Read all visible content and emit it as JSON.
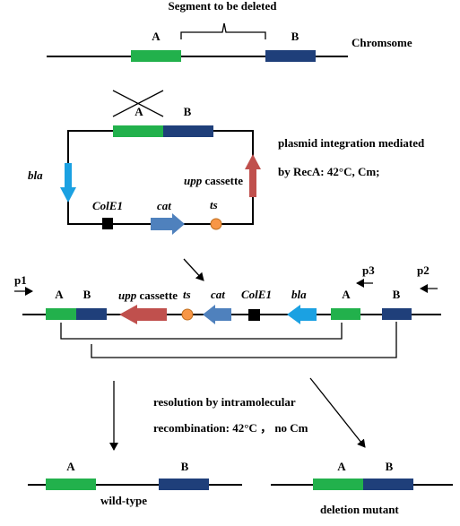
{
  "chromosome": {
    "top_label": "Segment to be deleted",
    "label_a": "A",
    "label_b": "B",
    "name": "Chromsome"
  },
  "plasmid": {
    "label_a": "A",
    "label_b": "B",
    "bla": "bla",
    "colE1": "ColE1",
    "cat": "cat",
    "ts": "ts",
    "upp_italic": "upp",
    "cassette": " cassette",
    "description_line1": "plasmid integration mediated",
    "description_line2": "by RecA: 42°C, Cm;"
  },
  "integrated": {
    "p1": "p1",
    "p2": "p2",
    "p3": "p3",
    "label_a_left": "A",
    "label_b_left": "B",
    "upp_italic": "upp",
    "cassette": " cassette",
    "ts": "ts",
    "cat": "cat",
    "colE1": "ColE1",
    "bla": "bla",
    "label_a_right": "A",
    "label_b_right": "B"
  },
  "resolution": {
    "line1": "resolution by intramolecular",
    "line2": "recombination: 42°C ， no Cm"
  },
  "outcomes": {
    "wild_label_a": "A",
    "wild_label_b": "B",
    "wild_type": "wild-type",
    "mutant_label_a": "A",
    "mutant_label_b": "B",
    "deletion_mutant": "deletion mutant"
  },
  "colors": {
    "green": "#22b14c",
    "navy": "#1f3f7a",
    "cyan": "#1ba1e2",
    "steel": "#4f81bd",
    "brick": "#c0504d",
    "orange": "#f79646"
  }
}
